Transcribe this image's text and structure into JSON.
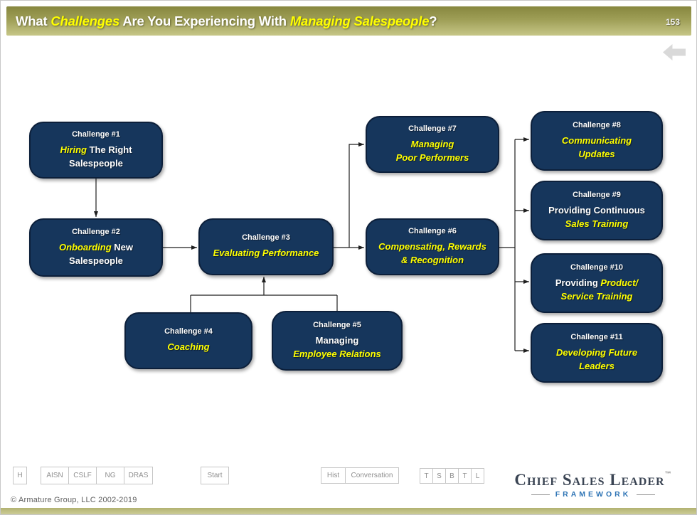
{
  "header": {
    "title_parts": [
      {
        "t": "What "
      },
      {
        "t": "Challenges",
        "em": true
      },
      {
        "t": " Are You Experiencing With "
      },
      {
        "t": "Managing Salespeople",
        "em": true
      },
      {
        "t": "?"
      }
    ],
    "page_number": "153"
  },
  "diagram": {
    "boxes": [
      {
        "title": "Challenge #1",
        "parts": [
          {
            "t": "Hiring ",
            "em": true
          },
          {
            "t": "The Right"
          },
          {
            "br": true
          },
          {
            "t": "Salespeople"
          }
        ]
      },
      {
        "title": "Challenge #2",
        "parts": [
          {
            "t": "Onboarding ",
            "em": true
          },
          {
            "t": "New"
          },
          {
            "br": true
          },
          {
            "t": "Salespeople"
          }
        ]
      },
      {
        "title": "Challenge #3",
        "parts": [
          {
            "t": "Evaluating Performance",
            "em": true
          }
        ]
      },
      {
        "title": "Challenge #4",
        "parts": [
          {
            "t": "Coaching",
            "em": true
          }
        ]
      },
      {
        "title": "Challenge #5",
        "parts": [
          {
            "t": "Managing"
          },
          {
            "br": true
          },
          {
            "t": "Employee Relations",
            "em": true
          }
        ]
      },
      {
        "title": "Challenge #6",
        "parts": [
          {
            "t": "Compensating, Rewards",
            "em": true
          },
          {
            "br": true
          },
          {
            "t": "& Recognition",
            "em": true
          }
        ]
      },
      {
        "title": "Challenge #7",
        "parts": [
          {
            "t": "Managing",
            "em": true
          },
          {
            "br": true
          },
          {
            "t": "Poor Performers",
            "em": true
          }
        ]
      },
      {
        "title": "Challenge #8",
        "parts": [
          {
            "t": "Communicating",
            "em": true
          },
          {
            "br": true
          },
          {
            "t": "Updates",
            "em": true
          }
        ]
      },
      {
        "title": "Challenge #9",
        "parts": [
          {
            "t": "Providing Continuous"
          },
          {
            "br": true
          },
          {
            "t": "Sales Training",
            "em": true
          }
        ]
      },
      {
        "title": "Challenge #10",
        "parts": [
          {
            "t": "Providing "
          },
          {
            "t": "Product/",
            "em": true
          },
          {
            "br": true
          },
          {
            "t": "Service Training",
            "em": true
          }
        ]
      },
      {
        "title": "Challenge #11",
        "parts": [
          {
            "t": "Developing Future",
            "em": true
          },
          {
            "br": true
          },
          {
            "t": "Leaders",
            "em": true
          }
        ]
      }
    ]
  },
  "footer": {
    "h_button": "H",
    "nav_buttons": [
      "AISN",
      "CSLF",
      "NG",
      "DRAS"
    ],
    "start_button": "Start",
    "hist_buttons": [
      "Hist",
      "Conversation"
    ],
    "letter_buttons": [
      "T",
      "S",
      "B",
      "T",
      "L"
    ],
    "copyright": "© Armature Group, LLC  2002-2019",
    "logo": {
      "name": "Chief Sales Leader",
      "tm": "™",
      "sub": "FRAMEWORK"
    }
  },
  "colors": {
    "box_fill": "#16365C",
    "box_border": "#0C1F3A",
    "accent_yellow": "#FFFF00",
    "header_olive_top": "#87873F",
    "header_olive_bottom": "#C6C687",
    "framework_blue": "#2E74B5",
    "logo_navy": "#3A4453",
    "back_arrow_gray": "#D9D9D9"
  }
}
